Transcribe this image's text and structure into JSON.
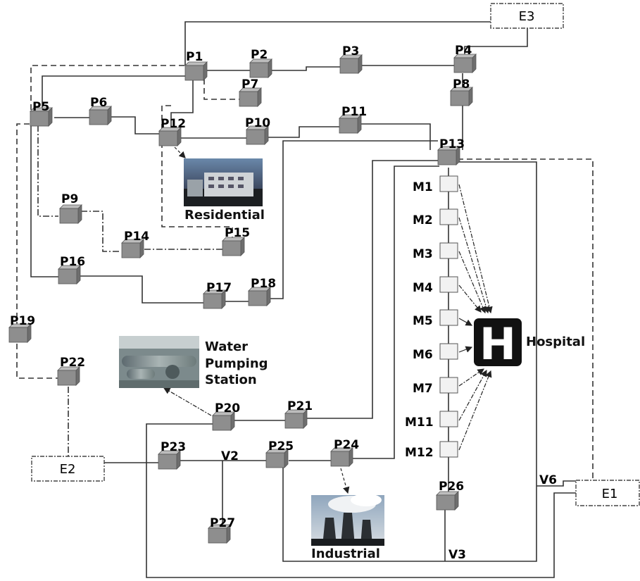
{
  "nodes": {
    "P1": "P1",
    "P2": "P2",
    "P3": "P3",
    "P4": "P4",
    "P5": "P5",
    "P6": "P6",
    "P7": "P7",
    "P8": "P8",
    "P9": "P9",
    "P10": "P10",
    "P11": "P11",
    "P12": "P12",
    "P13": "P13",
    "P14": "P14",
    "P15": "P15",
    "P16": "P16",
    "P17": "P17",
    "P18": "P18",
    "P19": "P19",
    "P20": "P20",
    "P21": "P21",
    "P22": "P22",
    "P23": "P23",
    "P24": "P24",
    "P25": "P25",
    "P26": "P26",
    "P27": "P27"
  },
  "meters": {
    "M1": "M1",
    "M2": "M2",
    "M3": "M3",
    "M4": "M4",
    "M5": "M5",
    "M6": "M6",
    "M7": "M7",
    "M11": "M11",
    "M12": "M12"
  },
  "sources": {
    "E1": "E1",
    "E2": "E2",
    "E3": "E3"
  },
  "valves": {
    "V2": "V2",
    "V3": "V3",
    "V6": "V6"
  },
  "destinations": {
    "residential": "Residential",
    "hospital": "Hospital",
    "hospital_symbol": "H",
    "industrial": "Industrial",
    "pumping_line1": "Water",
    "pumping_line2": "Pumping",
    "pumping_line3": "Station"
  }
}
